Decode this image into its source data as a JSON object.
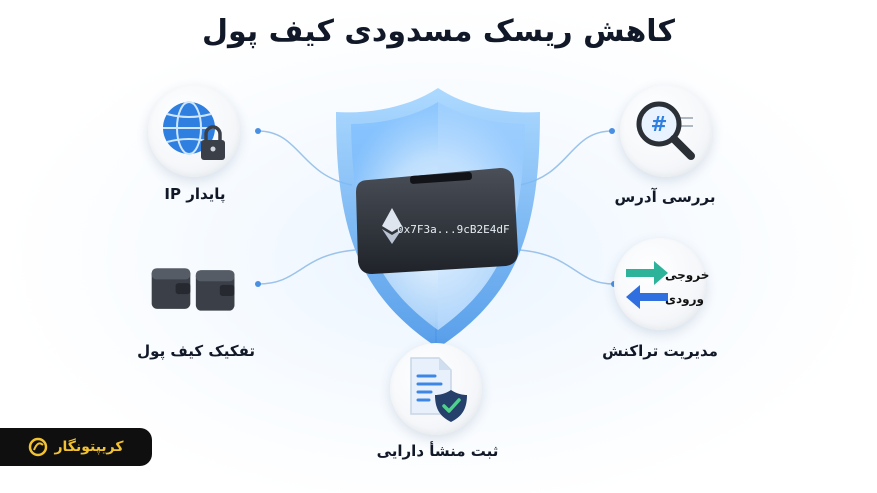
{
  "title": "کاهش ریسک مسدودی کیف پول",
  "wallet_address": "0x7F3a...9cB2E4dF",
  "features": {
    "ip": {
      "label": "پایدار IP",
      "icon": "globe-lock-icon"
    },
    "address_check": {
      "label": "بررسی آدرس",
      "icon": "magnifier-hash-icon"
    },
    "wallet_split": {
      "label": "تفکیک کیف پول",
      "icon": "two-wallets-icon"
    },
    "tx_manage": {
      "label": "مدیریت تراکنش",
      "icon": "in-out-arrows-icon",
      "out_label": "خروجی",
      "in_label": "ورودی"
    },
    "origin": {
      "label": "ثبت منشأ دارایی",
      "icon": "document-shield-icon"
    }
  },
  "brand": {
    "name": "کریپتونگار",
    "icon": "brand-logo-icon"
  },
  "colors": {
    "accent": "#2f80ed",
    "shield": "#8ec9ff",
    "device": "#2b2f36",
    "brand_gold": "#f2c230"
  }
}
